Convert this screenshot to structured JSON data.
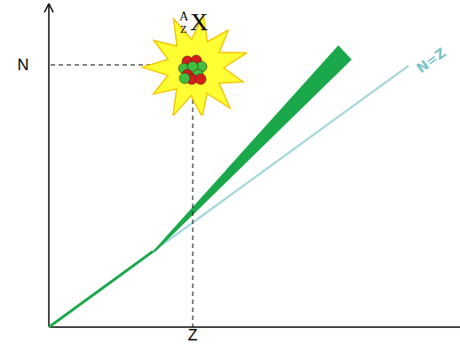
{
  "diagram": {
    "nodes": [
      {
        "text": [
          "A",
          "Z",
          "X"
        ]
      }
    ],
    "labels": [
      "N",
      "Z",
      "N=Z"
    ]
  }
}
